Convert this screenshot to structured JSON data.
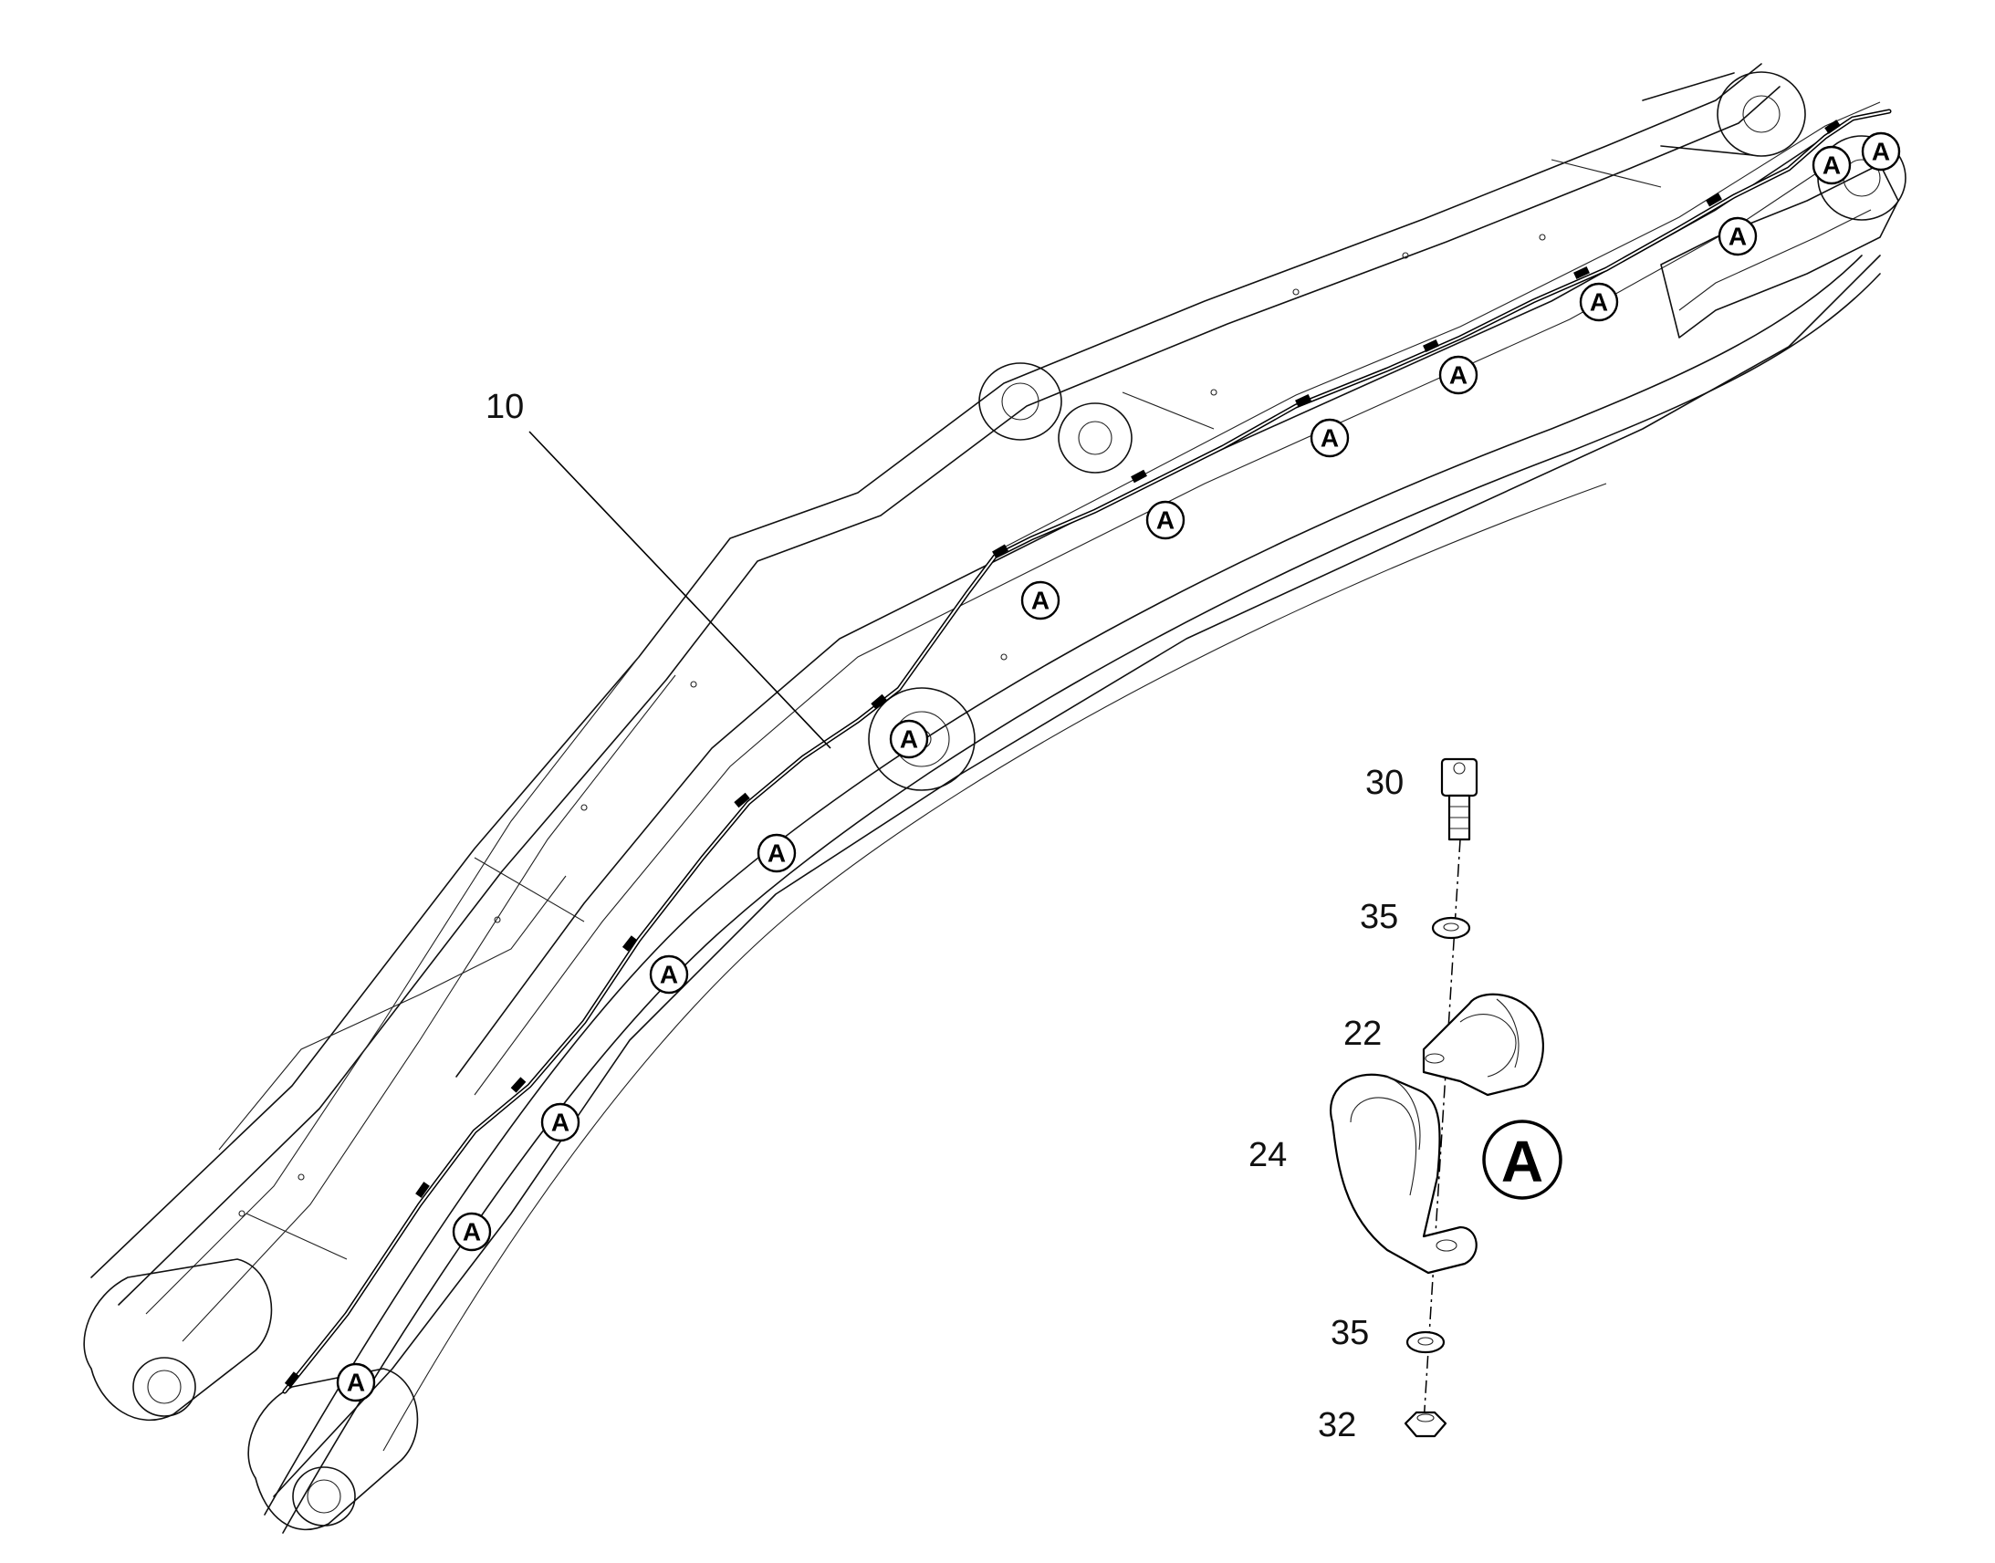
{
  "callouts": {
    "hose": "10",
    "screw": "30",
    "washer_top": "35",
    "clamp_small": "22",
    "clamp_large": "24",
    "washer_bottom": "35",
    "nut": "32"
  },
  "detail_marker": "A",
  "detail_badge": "A",
  "colors": {
    "line": "#000000",
    "background": "#ffffff"
  }
}
